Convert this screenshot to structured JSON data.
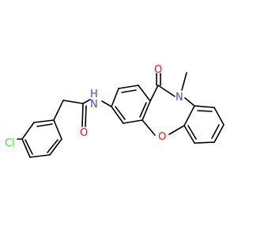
{
  "molecule": {
    "atoms": [
      {
        "id": "Cl",
        "element": "Cl",
        "label": "Cl"
      },
      {
        "id": "O_amide",
        "element": "O",
        "label": "O"
      },
      {
        "id": "NH",
        "element": "N",
        "label": "H\nN"
      },
      {
        "id": "O_lactam",
        "element": "O",
        "label": "O"
      },
      {
        "id": "N_methyl",
        "element": "N",
        "label": "N"
      },
      {
        "id": "O_ether",
        "element": "O",
        "label": "O"
      }
    ]
  },
  "colors": {
    "bond": "#000000",
    "oxygen": "#ff0d0d",
    "nitrogen": "#3050f8",
    "chlorine": "#1ff01f",
    "background": "#ffffff"
  }
}
